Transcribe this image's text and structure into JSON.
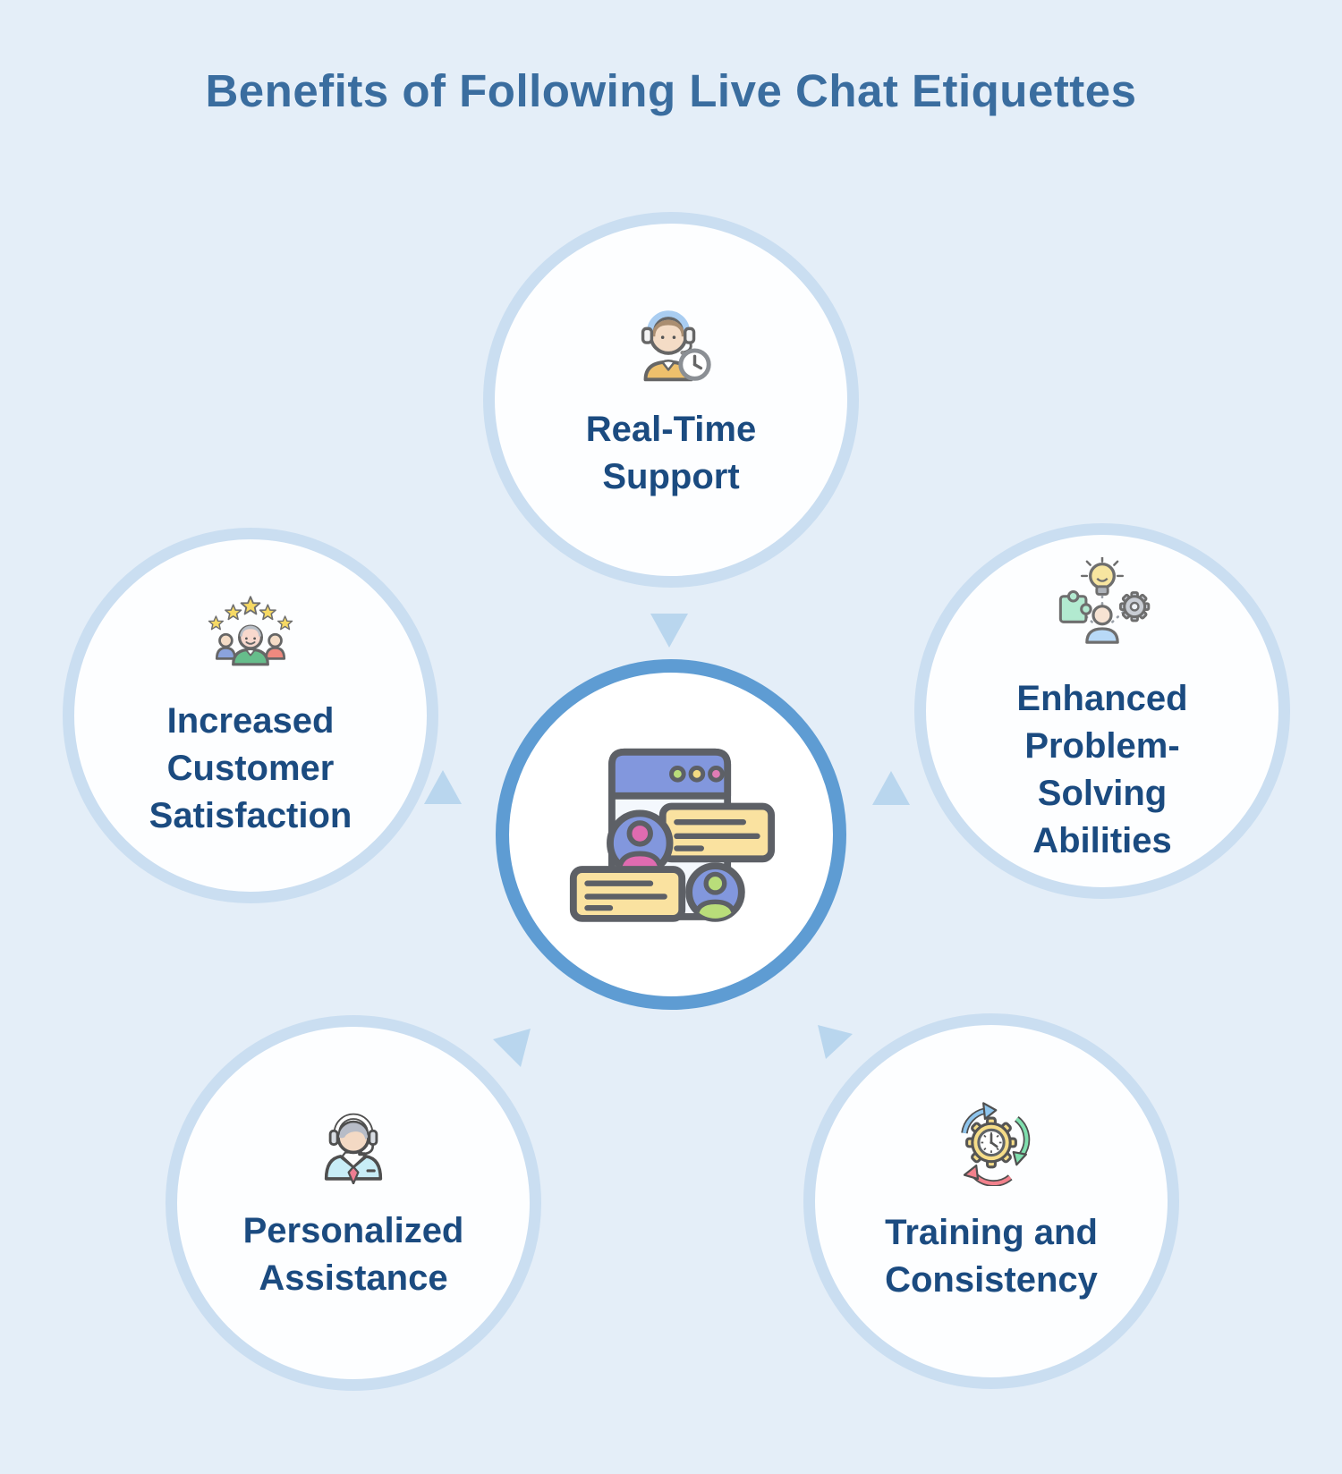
{
  "title": "Benefits of Following Live Chat Etiquettes",
  "diagram": {
    "center": {
      "description": "live chat window with two avatars and message bubbles",
      "icon": "chat-window-icon"
    },
    "nodes": [
      {
        "label": "Real-Time Support",
        "icon": "support-agent-clock-icon",
        "position": "top"
      },
      {
        "label": "Enhanced Problem-Solving Abilities",
        "icon": "problem-solving-icon",
        "position": "right"
      },
      {
        "label": "Training and Consistency",
        "icon": "gear-clock-cycle-icon",
        "position": "bottom-right"
      },
      {
        "label": "Personalized Assistance",
        "icon": "headset-agent-icon",
        "position": "bottom-left"
      },
      {
        "label": "Increased Customer Satisfaction",
        "icon": "people-stars-icon",
        "position": "left"
      }
    ]
  },
  "colors": {
    "background": "#e4eef8",
    "title_text": "#3a6d9f",
    "label_text": "#1b4b80",
    "node_fill": "#fdfeff",
    "node_border": "#cadef1",
    "center_border": "#5e9cd3",
    "arrow": "#b9d6ee",
    "icon_outline": "#5d6066",
    "icon_yellow": "#f6dd88",
    "icon_periwinkle": "#8297dd",
    "icon_pink": "#e06bb0",
    "icon_green": "#b9dd7a"
  }
}
